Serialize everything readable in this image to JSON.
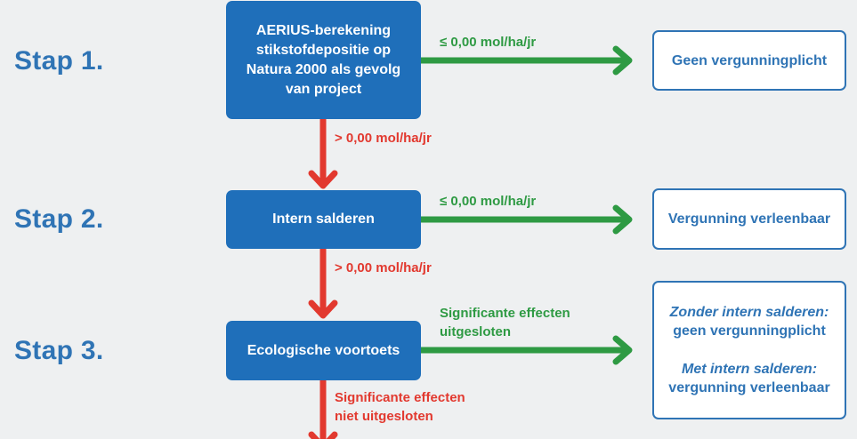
{
  "steps": [
    "Stap 1.",
    "Stap 2.",
    "Stap 3."
  ],
  "boxes": {
    "step1": [
      "AERIUS-berekening",
      "stikstofdepositie op",
      "Natura 2000 als gevolg",
      "van project"
    ],
    "step2": "Intern salderen",
    "step3": "Ecologische voortoets"
  },
  "outcomes": {
    "step1": "Geen vergunningplicht",
    "step2": "Vergunning verleenbaar",
    "step3": {
      "a_title": "Zonder intern salderen:",
      "a_text": "geen vergunningplicht",
      "b_title": "Met intern salderen:",
      "b_text": "vergunning verleenbaar"
    }
  },
  "labels": {
    "green1": "≤ 0,00 mol/ha/jr",
    "green2": "≤ 0,00 mol/ha/jr",
    "green3": [
      "Significante effecten",
      "uitgesloten"
    ],
    "red1": "> 0,00 mol/ha/jr",
    "red2": "> 0,00 mol/ha/jr",
    "red3": [
      "Significante effecten",
      "niet uitgesloten"
    ]
  },
  "colors": {
    "box_blue": "#1f6fba",
    "step_blue": "#2f74b5",
    "green": "#2e9a43",
    "red": "#e2392f",
    "background": "#eef0f1"
  }
}
